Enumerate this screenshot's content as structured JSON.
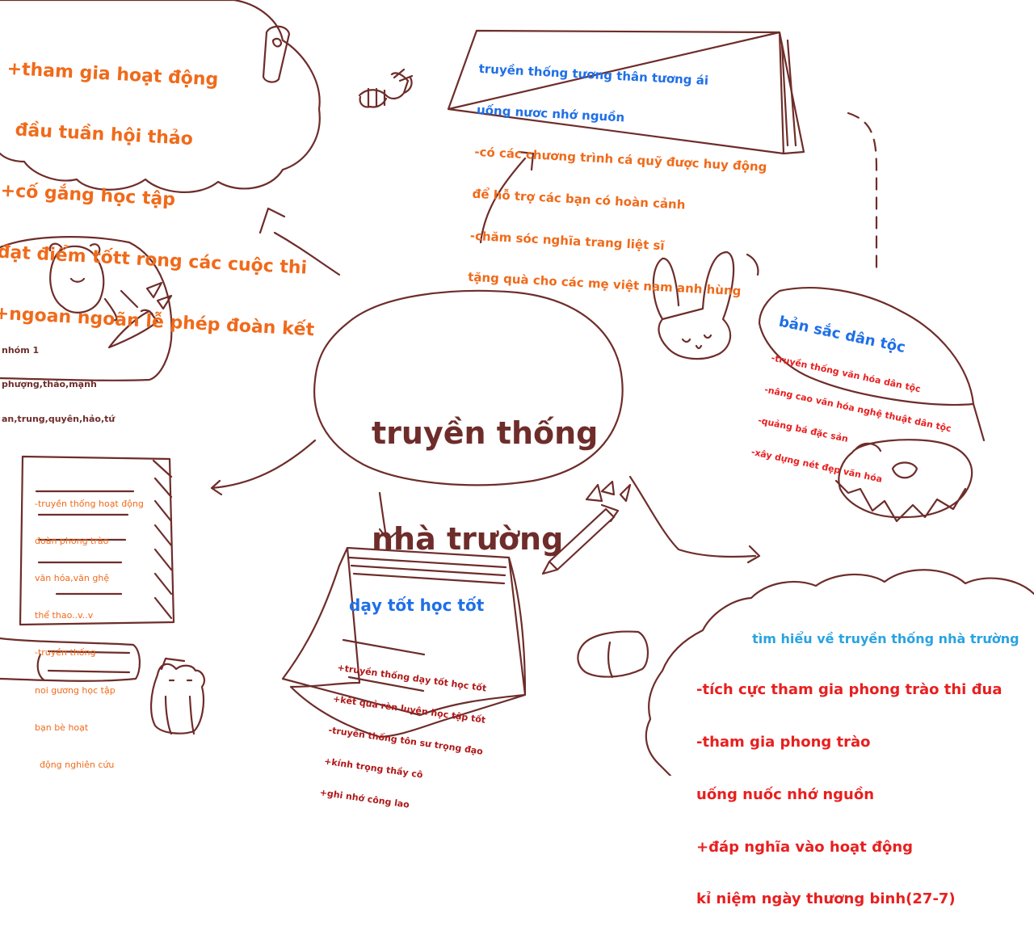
{
  "center": {
    "title_line1": "truyền thống",
    "title_line2": "nhà trường"
  },
  "top_left_cloud": {
    "lines": [
      "+tham gia hoạt động",
      "đầu tuần hội thảo",
      "+cố gắng học tập",
      "đạt điểm tốtt rong các cuộc thi",
      "+ngoan ngoãn lễ phép đoàn kết"
    ]
  },
  "top_right_tent": {
    "heading_lines": [
      "truyền thống tương thân tương ái",
      "uống nươc nhớ nguồn"
    ],
    "lines": [
      "-có các chương trình cá quỹ được huy động",
      "để hỗ trợ các bạn có hoàn cảnh",
      "-chăm sóc nghĩa trang liệt sĩ",
      "tặng quà cho các mẹ việt nam anh hùng"
    ]
  },
  "left_group": {
    "lines": [
      "nhóm 1",
      "phượng,thảo,mạnh",
      "an,trung,quyên,hảo,tứ"
    ]
  },
  "right_leaf": {
    "heading": "bản sắc dân tộc",
    "lines": [
      "-truyền thống văn hóa dân tộc",
      "-nâng cao văn hóa nghệ thuật dân tộc",
      "-quảng bá đặc sản",
      "-xây dựng nét đẹp văn hóa"
    ]
  },
  "bottom_left_book": {
    "lines": [
      "-truyền thống hoạt động",
      "đoàn phong trào",
      "văn hóa,văn ghệ",
      "thể thao..v..v",
      "-truyền thống",
      "noi gương học tập",
      "bạn bè hoạt",
      "động nghiên cứu"
    ]
  },
  "bottom_note": {
    "heading": "dạy tốt học tốt",
    "lines": [
      "+truyền thống dạy tốt học tốt",
      "+kết quả rèn luyện học tập tốt",
      "-truyền thống tôn sư trọng đạo",
      "+kính trọng thầy cô",
      "+ghi nhớ công lao"
    ]
  },
  "bottom_right_cloud": {
    "heading": "tìm hiểu về truyền thống nhà trường",
    "lines": [
      "-tích cực tham gia phong trào thi đua",
      "-tham gia phong trào",
      "uống nuốc nhớ nguồn",
      "+đáp nghĩa vào hoạt động",
      "kỉ niệm ngày thương binh(27-7)"
    ]
  },
  "colors": {
    "ink": "#6e2d2a",
    "orange": "#f06a1a",
    "blue": "#1f6fe8",
    "red": "#e81f1f",
    "light_blue": "#29a3e0"
  }
}
